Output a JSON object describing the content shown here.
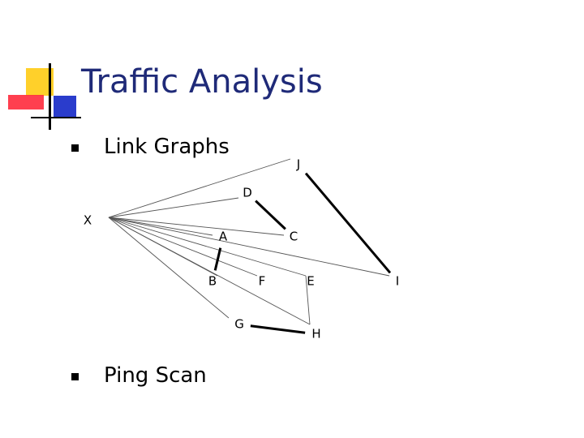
{
  "slide": {
    "title": "Traffic Analysis",
    "bullets": [
      {
        "text": "Link Graphs"
      },
      {
        "text": "Ping Scan"
      }
    ]
  },
  "colors": {
    "title": "#1f2a78",
    "deco_yellow": "#ffd02a",
    "deco_red": "#ff2a3c",
    "deco_blue": "#2a3ccc"
  },
  "graph": {
    "nodes": [
      {
        "id": "X",
        "label": "X"
      },
      {
        "id": "J",
        "label": "J"
      },
      {
        "id": "D",
        "label": "D"
      },
      {
        "id": "A",
        "label": "A"
      },
      {
        "id": "C",
        "label": "C"
      },
      {
        "id": "B",
        "label": "B"
      },
      {
        "id": "F",
        "label": "F"
      },
      {
        "id": "E",
        "label": "E"
      },
      {
        "id": "I",
        "label": "I"
      },
      {
        "id": "G",
        "label": "G"
      },
      {
        "id": "H",
        "label": "H"
      }
    ],
    "edges": [
      {
        "from": "X",
        "to": "J",
        "weight": "thin"
      },
      {
        "from": "X",
        "to": "D",
        "weight": "thin"
      },
      {
        "from": "X",
        "to": "A",
        "weight": "thin"
      },
      {
        "from": "X",
        "to": "C",
        "weight": "thin"
      },
      {
        "from": "X",
        "to": "B",
        "weight": "thin"
      },
      {
        "from": "X",
        "to": "F",
        "weight": "thin"
      },
      {
        "from": "X",
        "to": "E",
        "weight": "thin"
      },
      {
        "from": "X",
        "to": "I",
        "weight": "thin"
      },
      {
        "from": "X",
        "to": "G",
        "weight": "thin"
      },
      {
        "from": "X",
        "to": "H",
        "weight": "thin"
      },
      {
        "from": "J",
        "to": "I",
        "weight": "thick"
      },
      {
        "from": "D",
        "to": "C",
        "weight": "thick"
      },
      {
        "from": "A",
        "to": "B",
        "weight": "thick"
      },
      {
        "from": "G",
        "to": "H",
        "weight": "thick"
      },
      {
        "from": "E",
        "to": "H",
        "weight": "thin"
      }
    ]
  }
}
